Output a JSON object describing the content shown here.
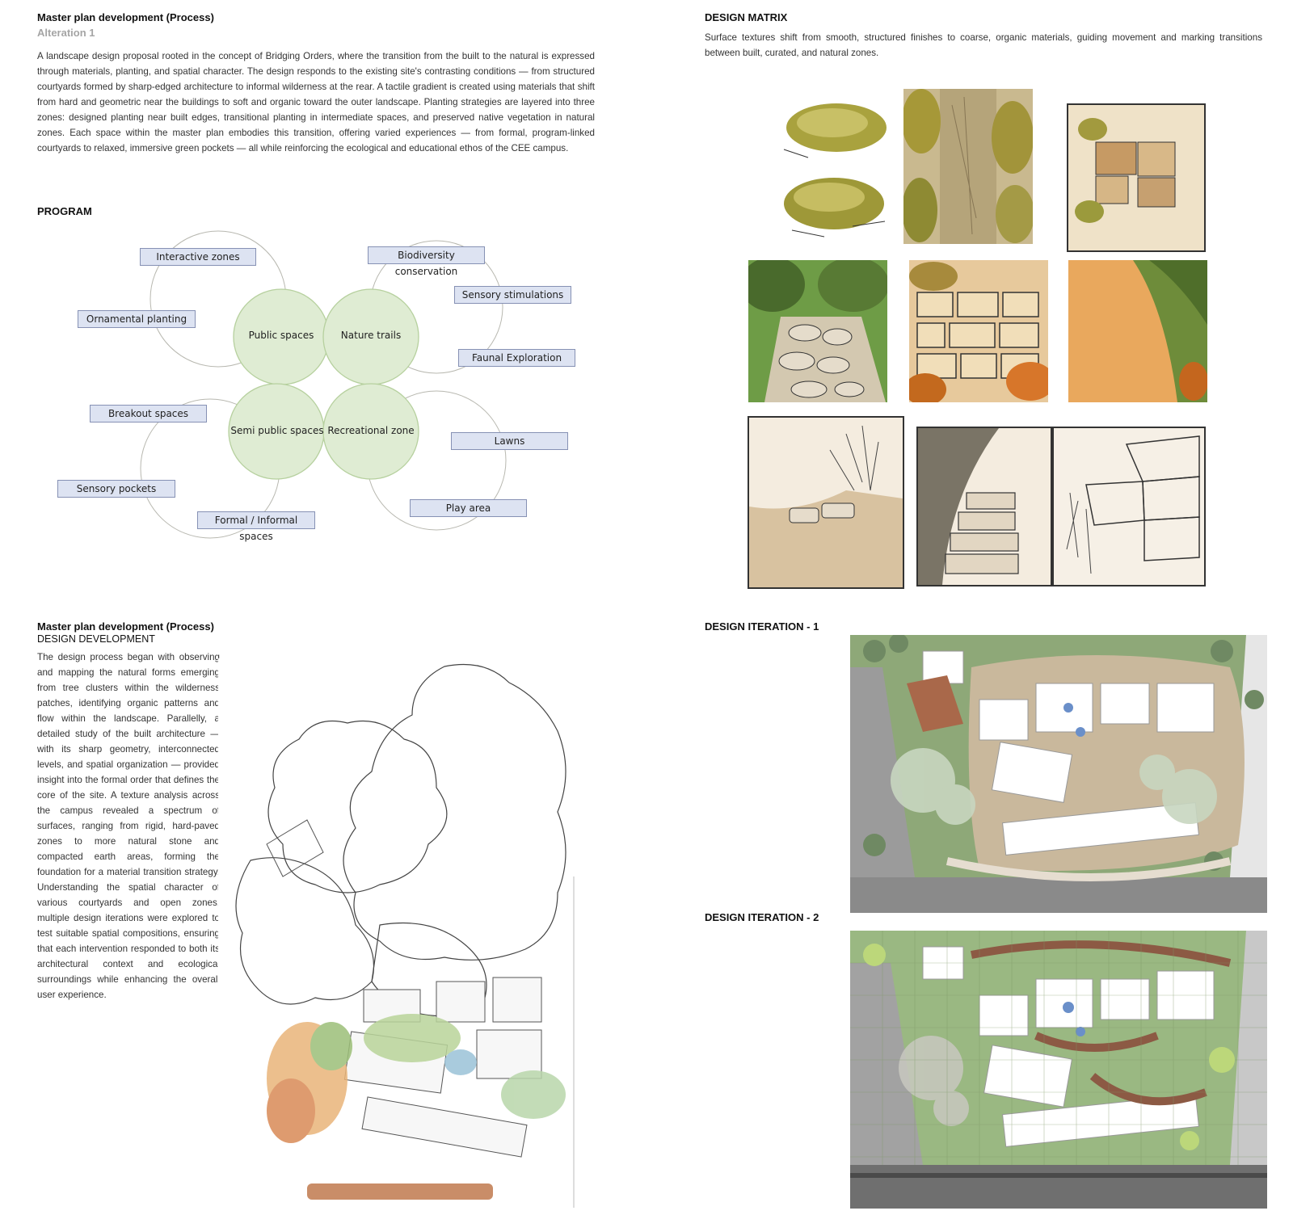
{
  "alteration": {
    "title": "Master plan development (Process)",
    "subtitle": "Alteration 1",
    "body": "A landscape design proposal rooted in the concept of Bridging Orders, where the transition from the built to the natural is expressed through materials, planting, and spatial character. The design responds to the existing site's contrasting conditions — from structured courtyards formed by sharp-edged architecture to informal wilderness at the rear. A tactile gradient is created using materials that shift from hard and geometric near the buildings to soft and organic toward the outer landscape. Planting strategies are layered into three zones: designed planting near built edges, transitional planting in intermediate spaces, and preserved native vegetation in natural zones. Each space within the master plan embodies this transition, offering varied experiences — from formal, program-linked courtyards to relaxed, immersive green pockets — all while reinforcing the ecological and educational ethos of the CEE campus."
  },
  "program": {
    "heading": "PROGRAM",
    "circles": [
      "Public spaces",
      "Nature trails",
      "Semi public spaces",
      "Recreational zone"
    ],
    "tags": [
      "Interactive zones",
      "Ornamental planting",
      "Biodiversity conservation",
      "Sensory stimulations",
      "Faunal Exploration",
      "Breakout spaces",
      "Sensory pockets",
      "Formal / Informal spaces",
      "Lawns",
      "Play area"
    ]
  },
  "matrix": {
    "heading": "DESIGN MATRIX",
    "body": "Surface textures shift from smooth, structured finishes to coarse, organic materials, guiding movement and marking transitions between built, curated, and natural zones."
  },
  "development": {
    "title": "Master plan development (Process)",
    "subtitle": "DESIGN DEVELOPMENT",
    "body": "The design process began with observing and mapping the natural forms emerging from tree clusters within the wilderness patches, identifying organic patterns and flow within the landscape. Parallelly, a detailed study of the built architecture — with its sharp geometry, interconnected levels, and spatial organization — provided insight into the formal order that defines the core of the site. A texture analysis across the campus revealed a spectrum of surfaces, ranging from rigid, hard-paved zones to more natural stone and compacted earth areas, forming the foundation for a material transition strategy. Understanding the spatial character of various courtyards and open zones, multiple design iterations were explored to test suitable spatial compositions, ensuring that each intervention responded to both its architectural context and ecological surroundings while enhancing the overall user experience."
  },
  "iterations": {
    "first": "DESIGN ITERATION - 1",
    "second": "DESIGN ITERATION - 2"
  },
  "colors": {
    "circle_fill": "#dfecd3",
    "circle_stroke": "#b6d09e",
    "tag_fill": "#dde3f2",
    "tag_stroke": "#8691b4",
    "plan_green": "#8ea878",
    "plan_dark": "#6f8963"
  }
}
